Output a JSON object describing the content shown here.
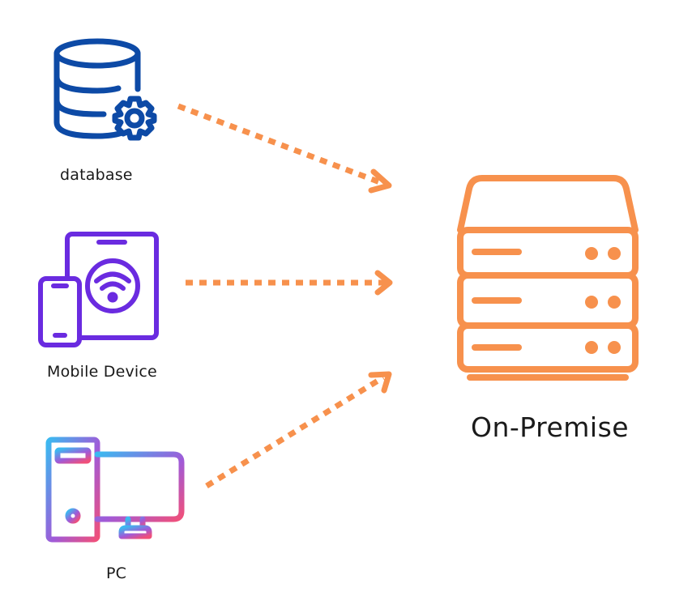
{
  "sources": [
    {
      "id": "database",
      "label": "database",
      "icon": "database-gear-icon",
      "color": "#0d4aa6"
    },
    {
      "id": "mobile",
      "label": "Mobile Device",
      "icon": "mobile-tablet-wifi-icon",
      "color": "#6a2be0"
    },
    {
      "id": "pc",
      "label": "PC",
      "icon": "desktop-pc-icon",
      "color_gradient": [
        "#3cb8f0",
        "#a05ad8",
        "#f0507a"
      ]
    }
  ],
  "target": {
    "label": "On-Premise",
    "icon": "server-rack-icon",
    "color": "#f7914d"
  },
  "connectors": {
    "style": "dotted-arrow",
    "color": "#f7914d"
  }
}
